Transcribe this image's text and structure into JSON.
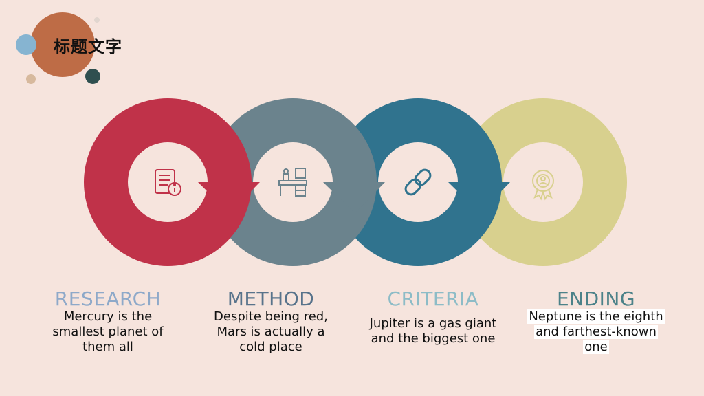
{
  "page": {
    "title": "标题文字",
    "background": "#f6e4dd"
  },
  "decorations": {
    "colors": [
      "#be6c46",
      "#86b4d1",
      "#d7b99d",
      "#2f4f4f",
      "#e1d6cf"
    ]
  },
  "steps": [
    {
      "label": "RESEARCH",
      "description": "Mercury is the smallest planet of them all",
      "ring_color": "#c03249",
      "label_color": "#8ea9c9",
      "icon": "book-info-icon"
    },
    {
      "label": "METHOD",
      "description": "Despite being red, Mars is actually a cold place",
      "ring_color": "#6b838d",
      "label_color": "#58738b",
      "icon": "desk-icon"
    },
    {
      "label": "CRITERIA",
      "description": "Jupiter is a gas giant and the biggest one",
      "ring_color": "#30738e",
      "label_color": "#8dbcc7",
      "icon": "link-icon"
    },
    {
      "label": "ENDING",
      "description": "Neptune is the eighth and farthest-known one",
      "ring_color": "#d8d08e",
      "label_color": "#4c8289",
      "icon": "award-icon"
    }
  ]
}
